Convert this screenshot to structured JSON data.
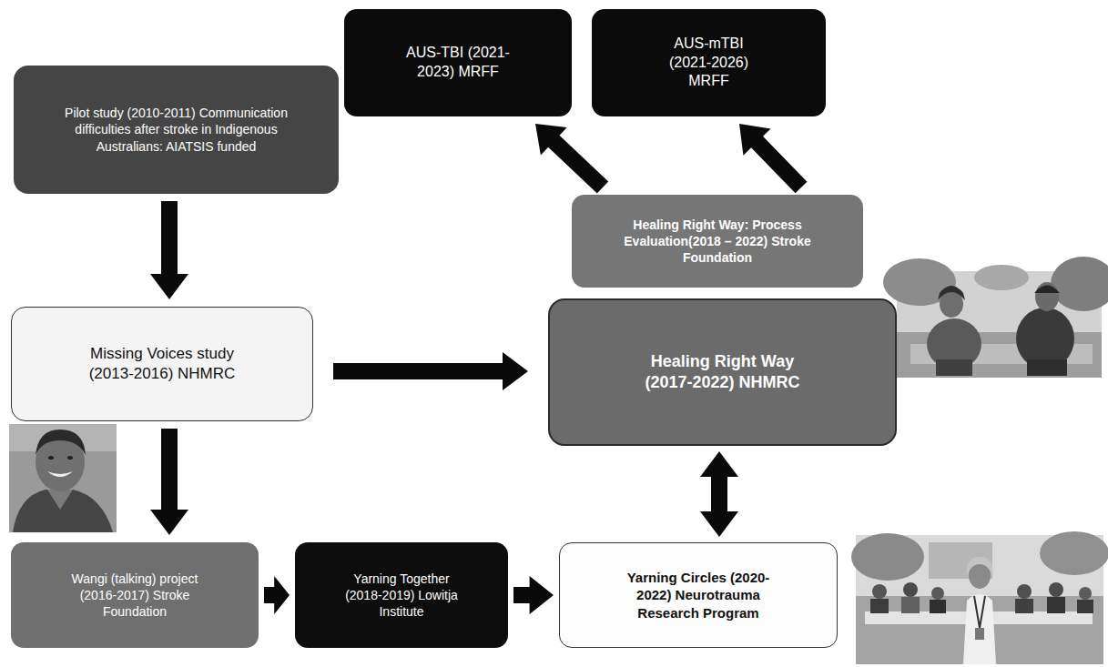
{
  "diagram": {
    "nodes": [
      {
        "text": [
          "AUS-TBI (2021-2023) MRFF"
        ]
      },
      {
        "text": [
          "AUS-mTBI (2021-2026) MRFF"
        ]
      },
      {
        "text": [
          "Pilot study (2010-2011) Communication difficulties after stroke in Indigenous Australians: AIATSIS funded"
        ]
      },
      {
        "text": [
          "Healing Right Way: Process Evaluation(2018 – 2022) Stroke Foundation"
        ]
      },
      {
        "text": [
          "Missing Voices study (2013-2016) NHMRC"
        ]
      },
      {
        "text": [
          "Healing Right Way (2017-2022) NHMRC"
        ]
      },
      {
        "text": [
          "Wangi (talking) project (2016-2017) Stroke Foundation"
        ]
      },
      {
        "text": [
          "Yarning Together (2018-2019) Lowitja Institute"
        ]
      },
      {
        "text": [
          "Yarning Circles (2020-2022) Neurotrauma Research Program"
        ]
      }
    ],
    "edges": [
      {
        "from": 2,
        "to": 4,
        "arrow": "to"
      },
      {
        "from": 4,
        "to": 5,
        "arrow": "to"
      },
      {
        "from": 4,
        "to": 6,
        "arrow": "to"
      },
      {
        "from": 6,
        "to": 7,
        "arrow": "to"
      },
      {
        "from": 7,
        "to": 8,
        "arrow": "to"
      },
      {
        "from": 8,
        "to": 5,
        "arrow": "both"
      },
      {
        "from": 3,
        "to": 0,
        "arrow": "to"
      },
      {
        "from": 3,
        "to": 1,
        "arrow": "to"
      }
    ]
  }
}
